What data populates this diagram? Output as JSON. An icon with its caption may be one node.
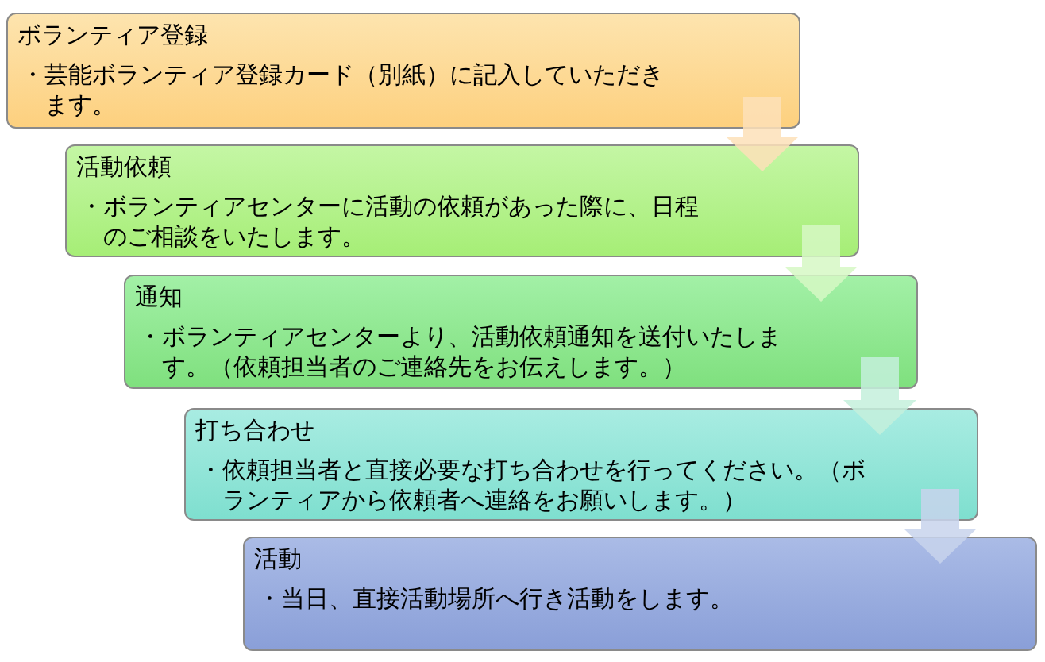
{
  "diagram": {
    "nodes": [
      {
        "text": [
          "ボランティア登録",
          "・芸能ボランティア登録カード（別紙）に記入していただきます。"
        ]
      },
      {
        "text": [
          "活動依頼",
          "・ボランティアセンターに活動の依頼があった際に、日程のご相談をいたします。"
        ]
      },
      {
        "text": [
          "通知",
          "・ボランティアセンターより、活動依頼通知を送付いたします。（依頼担当者のご連絡先をお伝えします。）"
        ]
      },
      {
        "text": [
          "打ち合わせ",
          "・依頼担当者と直接必要な打ち合わせを行ってください。（ボランティアから依頼者へ連絡をお願いします。）"
        ]
      },
      {
        "text": [
          "活動",
          "・当日、直接活動場所へ行き活動をします。"
        ]
      }
    ],
    "edges": [
      {
        "from": 0,
        "to": 1,
        "arrow": "to"
      },
      {
        "from": 1,
        "to": 2,
        "arrow": "to"
      },
      {
        "from": 2,
        "to": 3,
        "arrow": "to"
      },
      {
        "from": 3,
        "to": 4,
        "arrow": "to"
      }
    ]
  }
}
